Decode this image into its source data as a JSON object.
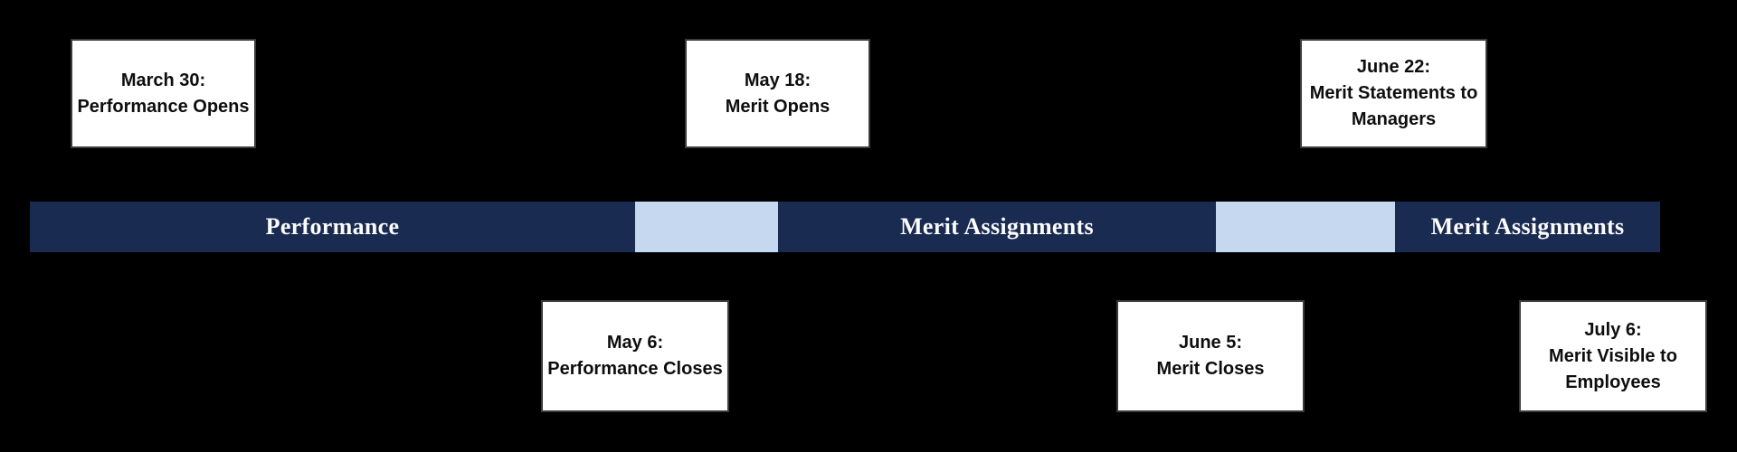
{
  "colors": {
    "background": "#000000",
    "bar_phase": "#1A2B52",
    "bar_gap": "#C5D8F0",
    "bar_label_text": "#FCFCFC",
    "box_background": "#FFFFFF",
    "box_border": "#3B3B3B",
    "box_text": "#0E0E0E"
  },
  "timeline_bar": {
    "segments": [
      {
        "type": "phase",
        "label": "Performance"
      },
      {
        "type": "gap",
        "label": ""
      },
      {
        "type": "phase",
        "label": "Merit Assignments"
      },
      {
        "type": "gap",
        "label": ""
      },
      {
        "type": "phase",
        "label": "Merit Assignments"
      }
    ]
  },
  "milestones": {
    "above": [
      {
        "lines": [
          "March 30:",
          "Performance Opens"
        ]
      },
      {
        "lines": [
          "May 18:",
          "Merit Opens"
        ]
      },
      {
        "lines": [
          "June 22:",
          "Merit Statements to",
          "Managers"
        ]
      }
    ],
    "below": [
      {
        "lines": [
          "May 6:",
          "Performance Closes"
        ]
      },
      {
        "lines": [
          "June 5:",
          "Merit Closes"
        ]
      },
      {
        "lines": [
          "July 6:",
          "Merit Visible to",
          "Employees"
        ]
      }
    ]
  }
}
